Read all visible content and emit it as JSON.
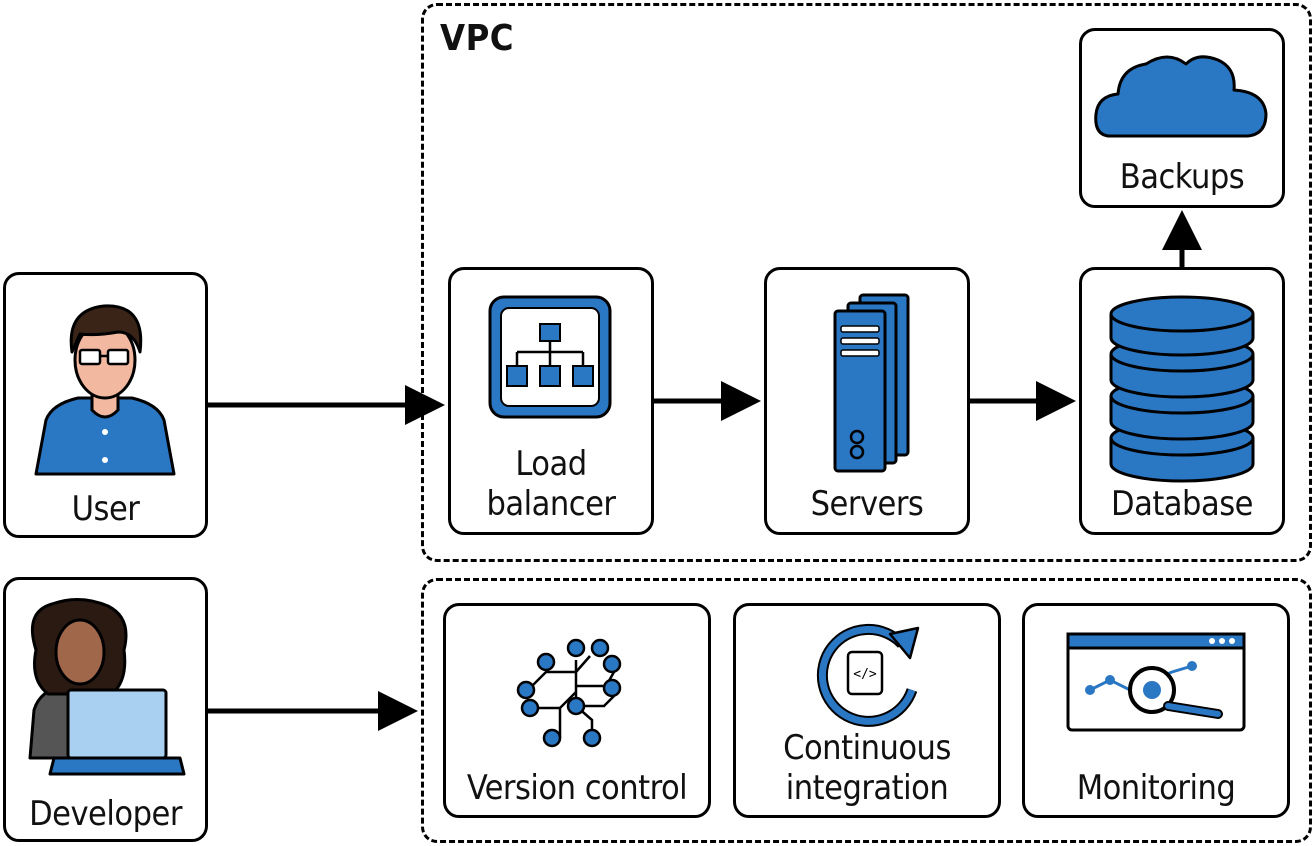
{
  "vpc": {
    "title": "VPC"
  },
  "actors": {
    "user": {
      "label": "User",
      "icon": "user-icon"
    },
    "developer": {
      "label": "Developer",
      "icon": "developer-laptop-icon"
    }
  },
  "vpc_nodes": {
    "load_balancer": {
      "label_line1": "Load",
      "label_line2": "balancer",
      "icon": "load-balancer-icon"
    },
    "servers": {
      "label": "Servers",
      "icon": "servers-icon"
    },
    "database": {
      "label": "Database",
      "icon": "database-icon"
    },
    "backups": {
      "label": "Backups",
      "icon": "cloud-icon"
    }
  },
  "dev_tools": {
    "version_control": {
      "label": "Version control",
      "icon": "version-control-icon"
    },
    "ci": {
      "label_line1": "Continuous",
      "label_line2": "integration",
      "icon": "ci-cycle-icon"
    },
    "monitoring": {
      "label": "Monitoring",
      "icon": "monitoring-icon"
    }
  },
  "colors": {
    "accent": "#2a77c4",
    "accent_dark": "#1a5aa0",
    "light_blue": "#a9d0f0",
    "stroke": "#000000"
  }
}
